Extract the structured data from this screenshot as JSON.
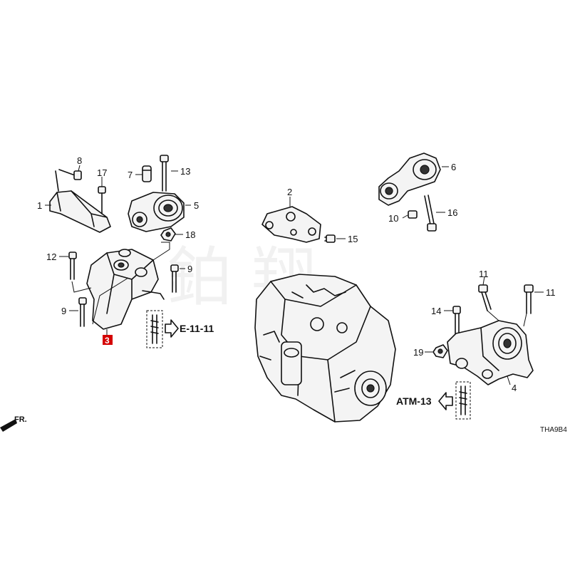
{
  "callouts": {
    "c1": "1",
    "c2": "2",
    "c3": "3",
    "c4": "4",
    "c5": "5",
    "c6": "6",
    "c7": "7",
    "c8": "8",
    "c9a": "9",
    "c9b": "9",
    "c10": "10",
    "c11a": "11",
    "c11b": "11",
    "c12": "12",
    "c13": "13",
    "c14": "14",
    "c15": "15",
    "c16": "16",
    "c17": "17",
    "c18": "18",
    "c19": "19"
  },
  "references": {
    "engine_ref": "E-11-11",
    "trans_ref": "ATM-13"
  },
  "diagram_code": "THA9B4",
  "front_indicator": "FR.",
  "highlighted_part": "3",
  "watermark_text": "鉑 翔"
}
